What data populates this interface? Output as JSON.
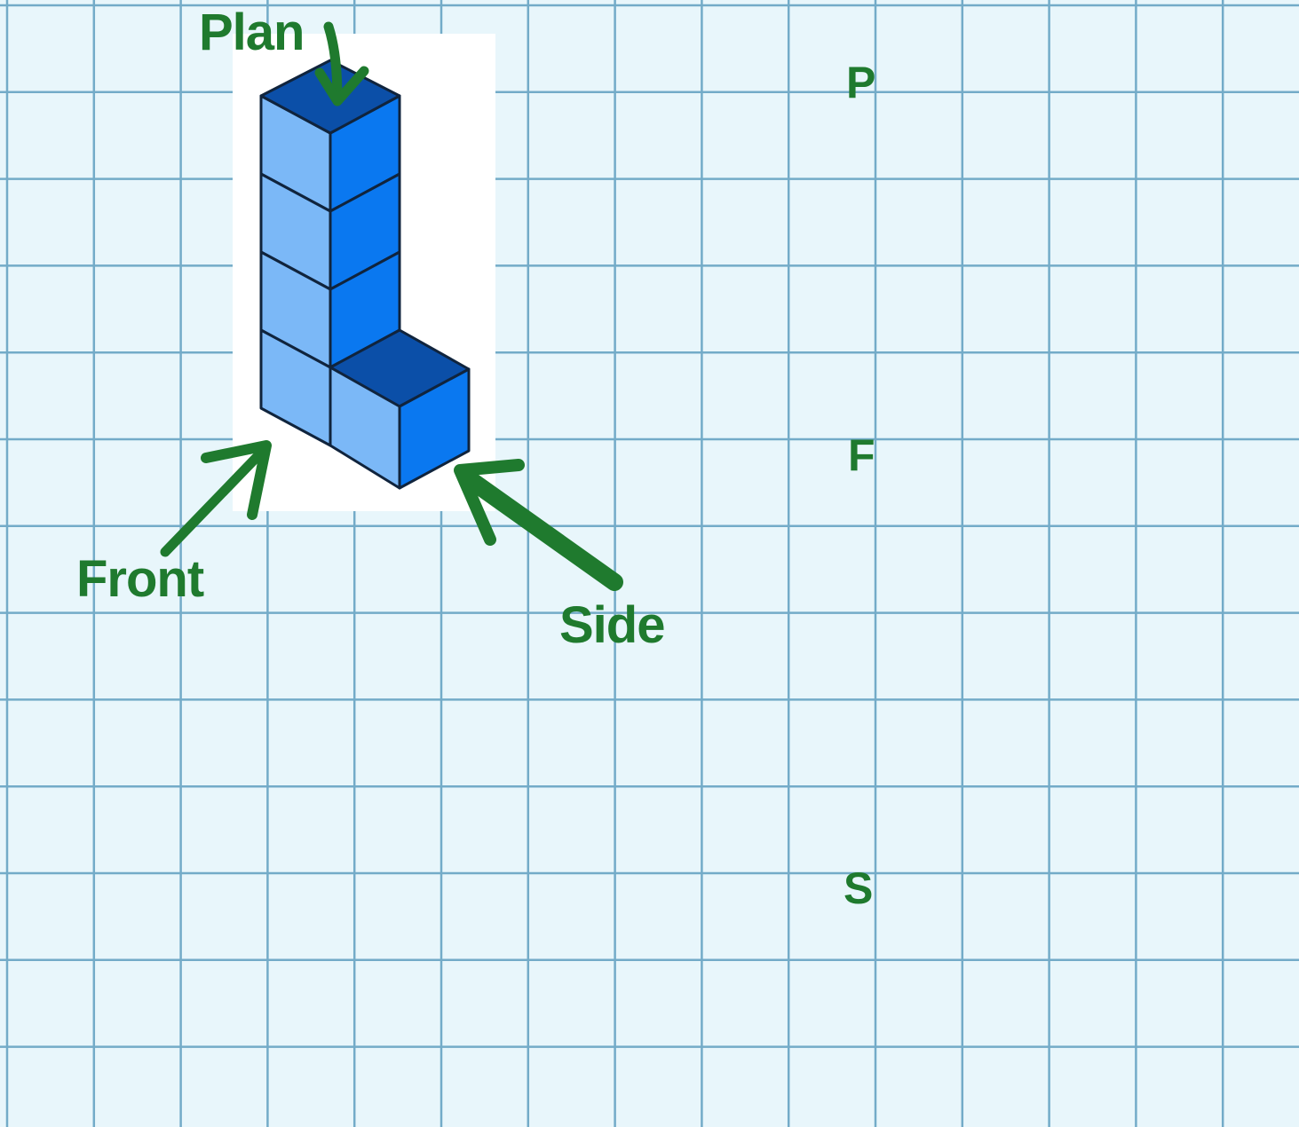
{
  "labels": {
    "plan": "Plan",
    "front": "Front",
    "side": "Side"
  },
  "view_letters": {
    "plan": "P",
    "front": "F",
    "side": "S"
  },
  "colors": {
    "paper": "#e8f6fb",
    "grid_line": "#5f9fc0",
    "annotation_green": "#1f7a2e",
    "cube_top": "#0b4fa8",
    "cube_front": "#7bb8f7",
    "cube_side": "#0a78f0",
    "cube_edge": "#10243d"
  }
}
